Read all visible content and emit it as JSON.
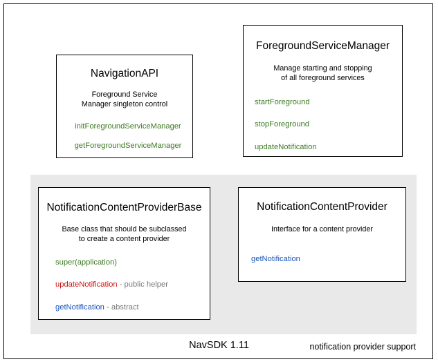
{
  "diagram": {
    "footer_label": "NavSDK 1.11",
    "group": {
      "label": "notification provider support",
      "background_color": "#e9e9e9"
    },
    "colors": {
      "method_green": "#3d7a22",
      "method_red": "#cc1111",
      "method_blue": "#1a55b8",
      "annotation_gray": "#777777",
      "border": "#000000",
      "background": "#ffffff"
    },
    "classes": [
      {
        "id": "navigation-api",
        "title": "NavigationAPI",
        "description_lines": [
          "Foreground Service",
          "Manager singleton control"
        ],
        "methods": [
          {
            "name": "initForegroundServiceManager",
            "color": "green",
            "note": ""
          },
          {
            "name": "getForegroundServiceManager",
            "color": "green",
            "note": ""
          }
        ]
      },
      {
        "id": "foreground-service-manager",
        "title": "ForegroundServiceManager",
        "description_lines": [
          "Manage starting and stopping",
          "of all foreground services"
        ],
        "methods": [
          {
            "name": "startForeground",
            "color": "green",
            "note": ""
          },
          {
            "name": "stopForeground",
            "color": "green",
            "note": ""
          },
          {
            "name": "updateNotification",
            "color": "green",
            "note": ""
          }
        ]
      },
      {
        "id": "notification-content-provider-base",
        "title": "NotificationContentProviderBase",
        "description_lines": [
          "Base class that should be subclassed",
          "to create a content provider"
        ],
        "methods": [
          {
            "name": "super(application)",
            "color": "green",
            "note": ""
          },
          {
            "name": "updateNotification",
            "color": "red",
            "note": " - public helper"
          },
          {
            "name": "getNotification",
            "color": "blue",
            "note": " - abstract"
          }
        ]
      },
      {
        "id": "notification-content-provider",
        "title": "NotificationContentProvider",
        "description_lines": [
          "Interface for a content provider"
        ],
        "methods": [
          {
            "name": "getNotification",
            "color": "blue",
            "note": ""
          }
        ]
      }
    ]
  }
}
